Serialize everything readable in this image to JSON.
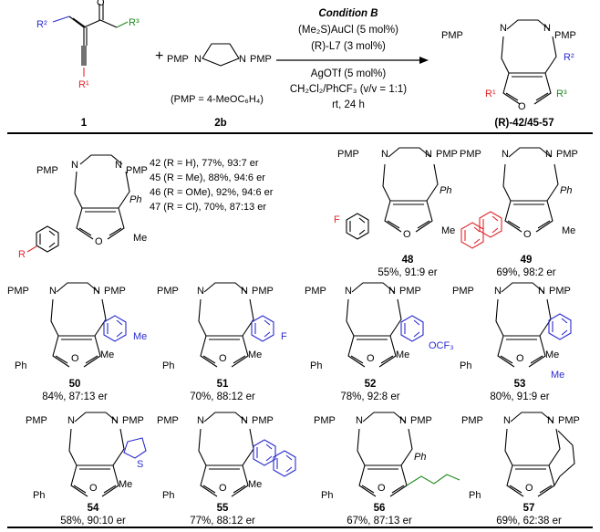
{
  "scheme": {
    "reactant1": {
      "label": "1",
      "r_groups": [
        "R²",
        "R³",
        "R¹"
      ],
      "oxygen": "O"
    },
    "plus": "+",
    "reactant2": {
      "label": "2b",
      "left": "PMP",
      "right": "PMP",
      "n1": "N",
      "n2": "N",
      "note": "(PMP = 4-MeOC₆H₄)"
    },
    "conditions_above": [
      "Condition B",
      "(Me₂S)AuCl (5 mol%)",
      "(R)-L7 (3 mol%)"
    ],
    "conditions_below": [
      "AgOTf (5 mol%)",
      "CH₂Cl₂/PhCF₃ (v/v = 1:1)",
      "rt, 24 h"
    ],
    "product": {
      "label": "(R)-42/45-57",
      "r_groups": [
        "R²",
        "R¹",
        "R³"
      ],
      "pmp_left": "PMP",
      "pmp_right": "PMP",
      "n": "N",
      "o": "O"
    }
  },
  "compounds": {
    "group42": {
      "lines": [
        "42 (R = H), 77%, 93:7 er",
        "45 (R = Me), 88%, 94:6 er",
        "46 (R = OMe), 92%, 94:6 er",
        "47 (R = Cl), 70%, 87:13 er"
      ],
      "subst": "R",
      "ph": "Ph",
      "me": "Me"
    },
    "c48": {
      "id": "48",
      "yield": "55%, 91:9 er",
      "subst": "F",
      "ph": "Ph",
      "me": "Me"
    },
    "c49": {
      "id": "49",
      "yield": "69%, 98:2 er",
      "ph": "Ph",
      "me": "Me"
    },
    "c50": {
      "id": "50",
      "yield": "84%, 87:13 er",
      "ph": "Ph",
      "me": "Me",
      "subst": "Me"
    },
    "c51": {
      "id": "51",
      "yield": "70%, 88:12 er",
      "ph": "Ph",
      "me": "Me",
      "subst": "F"
    },
    "c52": {
      "id": "52",
      "yield": "78%, 92:8 er",
      "ph": "Ph",
      "me": "Me",
      "subst": "OCF₃"
    },
    "c53": {
      "id": "53",
      "yield": "80%, 91:9 er",
      "ph": "Ph",
      "me": "Me",
      "subst": "Me"
    },
    "c54": {
      "id": "54",
      "yield": "58%, 90:10 er",
      "ph": "Ph",
      "me": "Me",
      "subst": "S"
    },
    "c55": {
      "id": "55",
      "yield": "77%, 88:12 er",
      "ph": "Ph",
      "me": "Me"
    },
    "c56": {
      "id": "56",
      "yield": "67%, 87:13 er",
      "ph": "Ph",
      "r2": "Ph"
    },
    "c57": {
      "id": "57",
      "yield": "69%, 62:38 er",
      "ph": "Ph"
    }
  },
  "atoms": {
    "pmp": "PMP",
    "n": "N",
    "o": "O"
  }
}
